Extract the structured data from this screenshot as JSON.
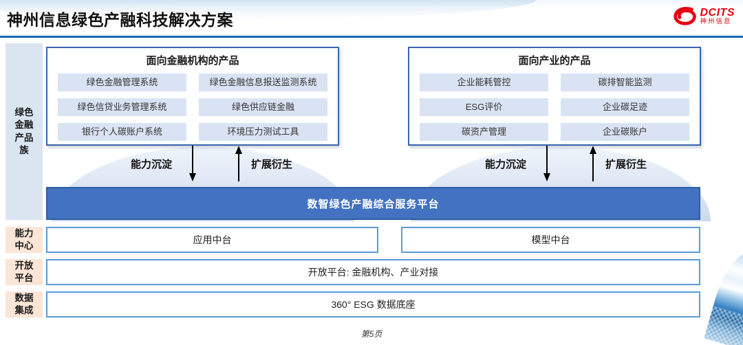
{
  "header": {
    "title": "神州信息绿色产融科技解决方案"
  },
  "logo": {
    "brand": "DCITS",
    "brand_cn": "神州信息"
  },
  "sidebar": {
    "items": [
      {
        "label": "绿色\n金融\n产品\n族"
      },
      {
        "label": "能力\n中心"
      },
      {
        "label": "开放\n平台"
      },
      {
        "label": "数据\n集成"
      }
    ]
  },
  "finance_box": {
    "title": "面向金融机构的产品",
    "items": [
      "绿色金融管理系统",
      "绿色金融信息报送监测系统",
      "绿色信贷业务管理系统",
      "绿色供应链金融",
      "银行个人碳账户系统",
      "环境压力测试工具"
    ]
  },
  "industry_box": {
    "title": "面向产业的产品",
    "items": [
      "企业能耗管控",
      "碳排智能监测",
      "ESG评价",
      "企业碳足迹",
      "碳资产管理",
      "企业碳账户"
    ]
  },
  "arrows": {
    "down_label": "能力沉淀",
    "up_label": "扩展衍生"
  },
  "platform_banner": "数智绿色产融综合服务平台",
  "middle_layers": [
    "应用中台",
    "模型中台"
  ],
  "open_platform": "开放平台: 金融机构、产业对接",
  "data_base": "360° ESG 数据底座",
  "footer": {
    "page_number": "第5页"
  },
  "colors": {
    "banner_blue": "#4272c1",
    "box_border_blue": "#3b63ad",
    "row_border_blue": "#5b9bd5",
    "item_fill": "#dae3f3",
    "sidebar_blue_fill": "#dbe5f1",
    "sidebar_peach_fill": "#fbe5d6",
    "header_line_blue": "#1b6ab3",
    "logo_red": "#e60012"
  }
}
